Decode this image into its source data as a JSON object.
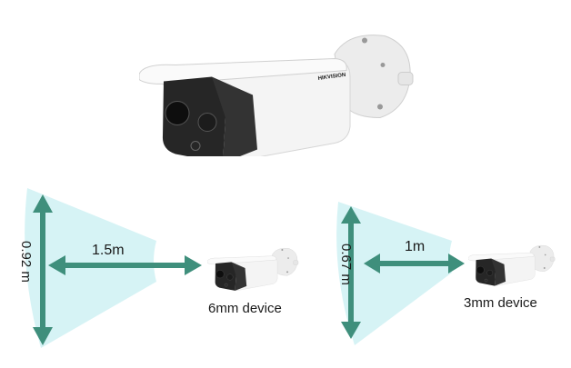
{
  "product": {
    "brand_logo": "HIKVISION"
  },
  "colors": {
    "arrow": "#3f8f7c",
    "fov_fill": "#d6f3f5",
    "camera_body": "#f2f2f2",
    "camera_face": "#2a2a2a"
  },
  "scenarios": [
    {
      "device_label": "6mm device",
      "distance_label": "1.5m",
      "height_label": "0.92 m"
    },
    {
      "device_label": "3mm device",
      "distance_label": "1m",
      "height_label": "0.67 m"
    }
  ]
}
